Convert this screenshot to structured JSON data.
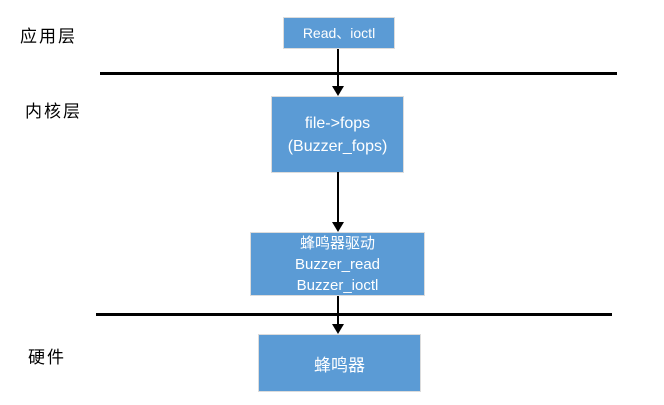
{
  "diagram": {
    "labels": {
      "application_layer": "应用层",
      "kernel_layer": "内核层",
      "hardware_layer": "硬件"
    },
    "nodes": {
      "app_call": {
        "line1": "Read、ioctl"
      },
      "fops": {
        "line1": "file->fops",
        "line2": "(Buzzer_fops)"
      },
      "driver": {
        "line1": "蜂鸣器驱动",
        "line2": "Buzzer_read",
        "line3": "Buzzer_ioctl"
      },
      "buzzer": {
        "line1": "蜂鸣器"
      }
    },
    "colors": {
      "node_fill": "#5b9bd5",
      "node_border": "#dcdcdc",
      "node_text": "#ffffff",
      "separator": "#000000",
      "label_text": "#000000",
      "background": "#ffffff"
    }
  }
}
